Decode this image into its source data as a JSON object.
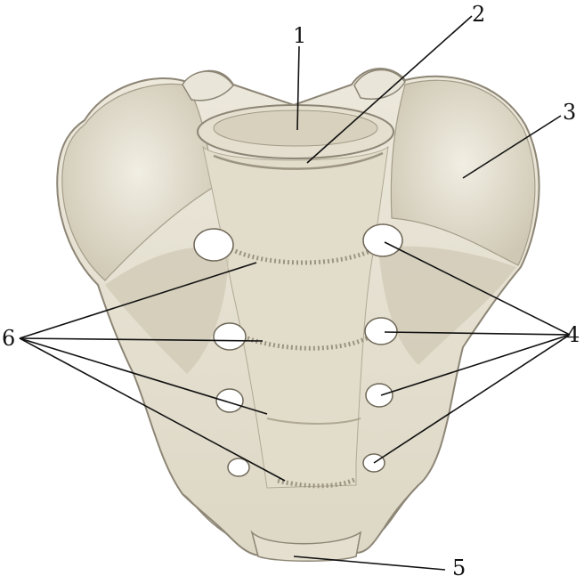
{
  "diagram": {
    "labels": {
      "l1": "1",
      "l2": "2",
      "l3": "3",
      "l4": "4",
      "l5_bottom": "5",
      "l6_left": "6"
    }
  },
  "colors": {
    "background": "#ffffff",
    "bone_fill": "#e7e2d3",
    "bone_shadow": "#b9b29f",
    "bone_outline": "#8d8676",
    "foramen": "#ffffff",
    "leader_line": "#111111"
  }
}
